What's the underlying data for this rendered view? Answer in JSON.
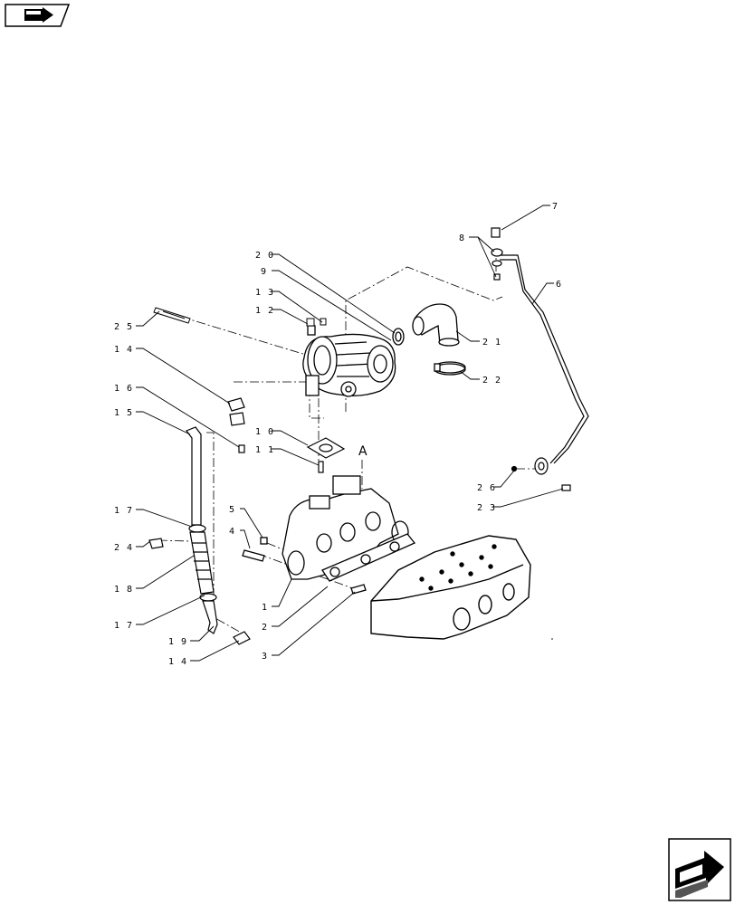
{
  "navigation": {
    "prev_icon": "back-arrow-icon",
    "next_icon": "forward-arrow-icon"
  },
  "diagram": {
    "callouts": [
      {
        "id": "c20",
        "label": "2 0"
      },
      {
        "id": "c9",
        "label": "9"
      },
      {
        "id": "c13",
        "label": "1 3"
      },
      {
        "id": "c12",
        "label": "1 2"
      },
      {
        "id": "c25",
        "label": "2 5"
      },
      {
        "id": "c14a",
        "label": "1 4"
      },
      {
        "id": "c16",
        "label": "1 6"
      },
      {
        "id": "c15",
        "label": "1 5"
      },
      {
        "id": "c10",
        "label": "1 0"
      },
      {
        "id": "c11",
        "label": "1 1"
      },
      {
        "id": "c5",
        "label": "5"
      },
      {
        "id": "c4",
        "label": "4"
      },
      {
        "id": "c17a",
        "label": "1 7"
      },
      {
        "id": "c24",
        "label": "2 4"
      },
      {
        "id": "c18",
        "label": "1 8"
      },
      {
        "id": "c17b",
        "label": "1 7"
      },
      {
        "id": "c19",
        "label": "1 9"
      },
      {
        "id": "c14b",
        "label": "1 4"
      },
      {
        "id": "c1",
        "label": "1"
      },
      {
        "id": "c2",
        "label": "2"
      },
      {
        "id": "c3",
        "label": "3"
      },
      {
        "id": "c7",
        "label": "7"
      },
      {
        "id": "c8",
        "label": "8"
      },
      {
        "id": "c6",
        "label": "6"
      },
      {
        "id": "c21",
        "label": "2 1"
      },
      {
        "id": "c22",
        "label": "2 2"
      },
      {
        "id": "c26",
        "label": "2 6"
      },
      {
        "id": "c23",
        "label": "2 3"
      }
    ],
    "section_marker": "A"
  }
}
